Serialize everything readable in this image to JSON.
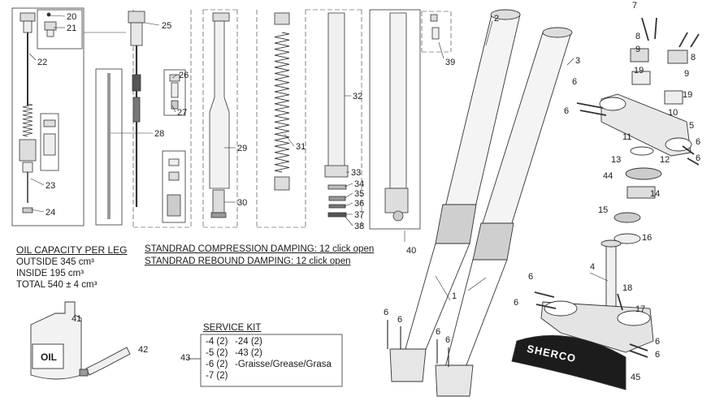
{
  "colors": {
    "line": "#333333",
    "light": "#bdbdbd",
    "ink": "#1a1a1a",
    "fill": "#e2e2e2",
    "dark": "#555555"
  },
  "callouts": [
    "20",
    "21",
    "22",
    "23",
    "24",
    "25",
    "26",
    "27",
    "28",
    "29",
    "30",
    "31",
    "32",
    "33",
    "34",
    "35",
    "36",
    "37",
    "38",
    "39",
    "40",
    "1",
    "2",
    "3",
    "4",
    "5",
    "6",
    "7",
    "8",
    "9",
    "10",
    "11",
    "12",
    "13",
    "14",
    "15",
    "16",
    "17",
    "18",
    "19",
    "41",
    "42",
    "43",
    "44",
    "45"
  ],
  "oil_capacity": {
    "title": "OIL CAPACITY PER LEG",
    "outside": "OUTSIDE 345 cm³",
    "inside": "INSIDE 195 cm³",
    "total": "TOTAL 540 ± 4 cm³"
  },
  "damping": {
    "compression": "STANDRAD COMPRESSION DAMPING: 12 click open",
    "rebound": "STANDRAD REBOUND DAMPING: 12 click open"
  },
  "service_kit": {
    "title": "SERVICE KIT",
    "col1": [
      "-4 (2)",
      "-5 (2)",
      "-6 (2)",
      "-7 (2)"
    ],
    "col2": [
      "-24 (2)",
      "-43 (2)",
      "-Graisse/Grease/Grasa"
    ]
  },
  "labels": {
    "oil_can": "OIL",
    "clamp_brand": "SHERCO"
  }
}
